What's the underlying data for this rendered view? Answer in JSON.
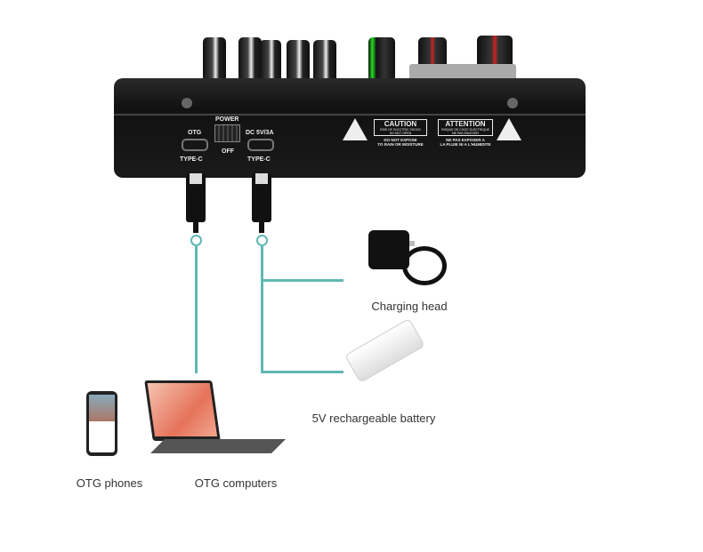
{
  "mixer": {
    "otg_label": "OTG",
    "power_label": "POWER",
    "off_label": "OFF",
    "dc_label": "DC 5V/3A",
    "type_c_left": "TYPE-C",
    "type_c_right": "TYPE-C",
    "caution": {
      "title": "CAUTION",
      "line1": "RISK OF ELECTRIC SHOCK",
      "line2": "DO NOT OPEN",
      "note1": "DO NOT EXPOSE",
      "note2": "TO RAIN OR MOISTURE"
    },
    "attention": {
      "title": "ATTENTION",
      "line1": "RISQUE DE CHOC ELECTRIQUE",
      "line2": "NE PAS ENLEVER",
      "note1": "NE PAS EXPOSER A",
      "note2": "LA PLUIE NI A L'HUMIDITE"
    }
  },
  "devices": {
    "charging_head": "Charging head",
    "battery": "5V rechargeable battery",
    "phones": "OTG phones",
    "computers": "OTG computers"
  },
  "colors": {
    "wire": "#5fb8b4",
    "mixer": "#1a1a1a"
  }
}
